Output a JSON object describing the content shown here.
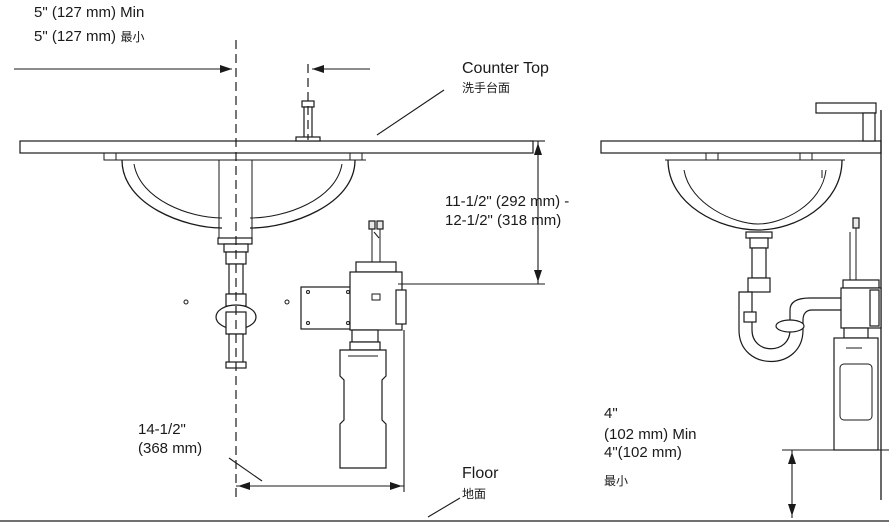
{
  "labels": {
    "min_offset_en": "5\" (127 mm) Min",
    "min_offset_bi_en": "5\" (127 mm)",
    "min_offset_bi_cn": "最小",
    "counter_top_en": "Counter Top",
    "counter_top_cn": "洗手台面",
    "height_line1": "11-1/2\" (292 mm) -",
    "height_line2": "12-1/2\" (318 mm)",
    "horizontal_line1": "14-1/2\"",
    "horizontal_line2": "(368 mm)",
    "floor_en": "Floor",
    "floor_cn": "地面",
    "floor_clear_line1": "4\"",
    "floor_clear_line2": "(102 mm) Min",
    "floor_clear_line3": "4\"(102 mm)",
    "floor_clear_cn": "最小"
  }
}
